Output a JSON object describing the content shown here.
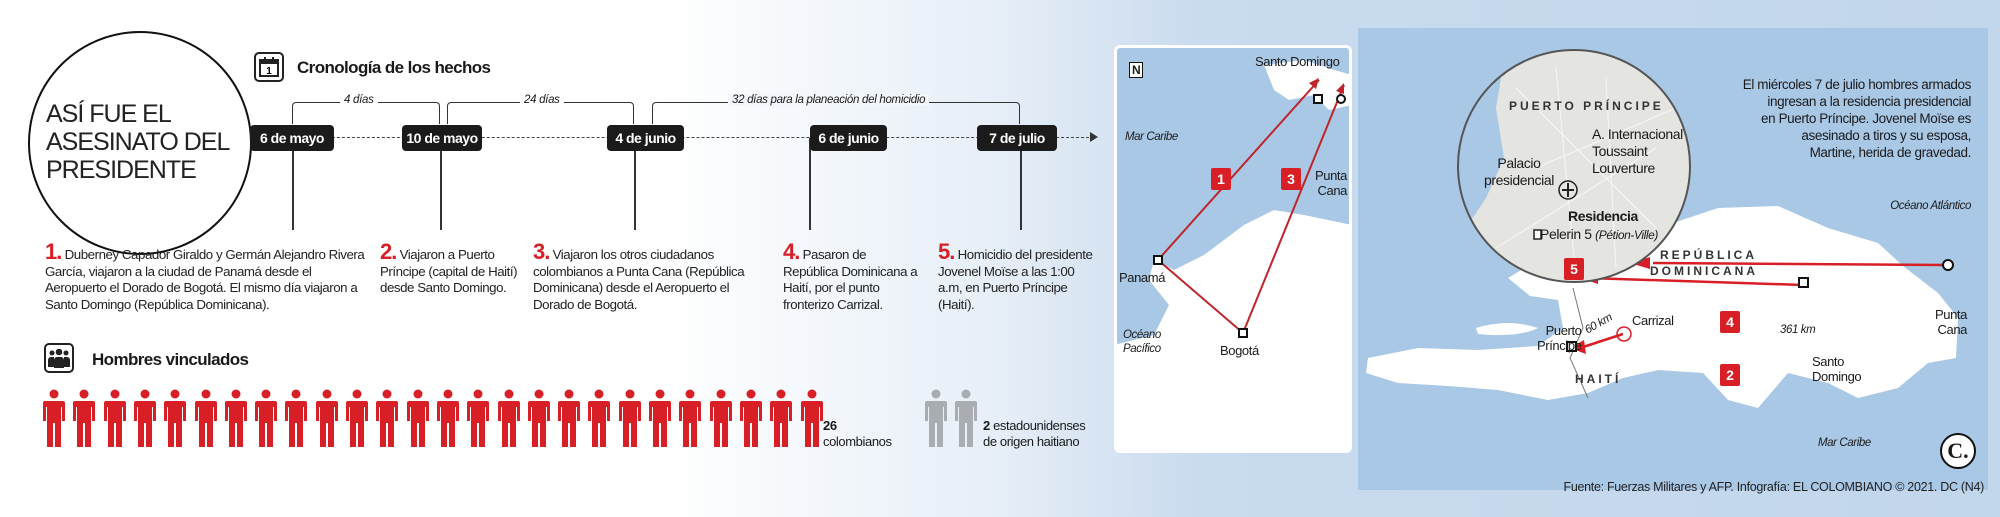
{
  "header": {
    "title_lines": [
      "ASÍ FUE EL",
      "ASESINATO DEL",
      "PRESIDENTE"
    ]
  },
  "chronology": {
    "title": "Cronología de los hechos",
    "icon": "calendar-icon",
    "icon_text": "1",
    "dates": [
      "6 de mayo",
      "10 de mayo",
      "4 de junio",
      "6 de junio",
      "7 de julio"
    ],
    "intervals": [
      "4 días",
      "24 días",
      "32 días para la planeación del homicidio"
    ],
    "events": [
      {
        "num": "1.",
        "text": "Duberney Capador Giraldo y Germán Alejandro Rivera García, viajaron a la ciudad de Panamá desde el Aeropuerto el Dorado de Bogotá. El mismo día viajaron a Santo Domingo (República Dominicana)."
      },
      {
        "num": "2.",
        "text": "Viajaron a Puerto Príncipe (capital de Haití) desde Santo Domingo."
      },
      {
        "num": "3.",
        "text": "Viajaron los otros ciudadanos colombianos a Punta Cana (República Dominicana) desde el Aeropuerto el Dorado de Bogotá."
      },
      {
        "num": "4.",
        "text": "Pasaron de República Dominicana a Haití, por el punto fronterizo Carrizal."
      },
      {
        "num": "5.",
        "text": "Homicidio del presidente Jovenel Moïse a las 1:00 a.m, en Puerto Príncipe (Haití)."
      }
    ]
  },
  "men": {
    "title": "Hombres vinculados",
    "icon": "group-icon",
    "groups": [
      {
        "count": 26,
        "count_label": "26",
        "label": "colombianos",
        "color": "#d81f26"
      },
      {
        "count": 2,
        "count_label": "2",
        "label": "estadounidenses",
        "label2": "de origen haitiano",
        "color": "#a9adb2"
      }
    ]
  },
  "inset_map": {
    "north": "N",
    "labels": {
      "santo_domingo": "Santo Domingo",
      "mar_caribe": "Mar Caribe",
      "punta": "Punta",
      "cana": "Cana",
      "panama": "Panamá",
      "bogota": "Bogotá",
      "oceano": "Océano",
      "pacifico": "Pacífico"
    },
    "badges": [
      "1",
      "3"
    ]
  },
  "main_map": {
    "zoom_circle": {
      "city": "PUERTO PRÍNCIPE",
      "airport": [
        "A. Internacional",
        "Toussaint",
        "Louverture"
      ],
      "palace": [
        "Palacio",
        "presidencial"
      ],
      "residence_title": "Residencia",
      "residence": "Pelerin 5",
      "residence_area": "(Pétion-Ville)",
      "badge": "5"
    },
    "paragraph": [
      "El miércoles 7 de julio hombres armados",
      "ingresan a la residencia presidencial",
      "en Puerto Príncipe. Jovenel Moïse es",
      "asesinado a tiros y su esposa,",
      "Martine, herida de gravedad."
    ],
    "labels": {
      "atlantico": "Océano Atlántico",
      "rep1": "REPÚBLICA",
      "rep2": "DOMINICANA",
      "haiti": "HAITÍ",
      "puerto": "Puerto",
      "principe": "Príncipe",
      "carrizal": "Carrizal",
      "km60": "60 km",
      "km361": "361 km",
      "punta": "Punta",
      "cana": "Cana",
      "santo": "Santo",
      "domingo": "Domingo",
      "mar_caribe": "Mar Caribe"
    },
    "badges": [
      "4",
      "2"
    ]
  },
  "logo": "C.",
  "footer": "Fuente: Fuerzas Militares y AFP. Infografía: EL COLOMBIANO © 2021. DC (N4)",
  "colors": {
    "accent": "#d81f26",
    "water": "#a9c8e6",
    "land": "#ffffff",
    "dark": "#1b1b1b"
  }
}
